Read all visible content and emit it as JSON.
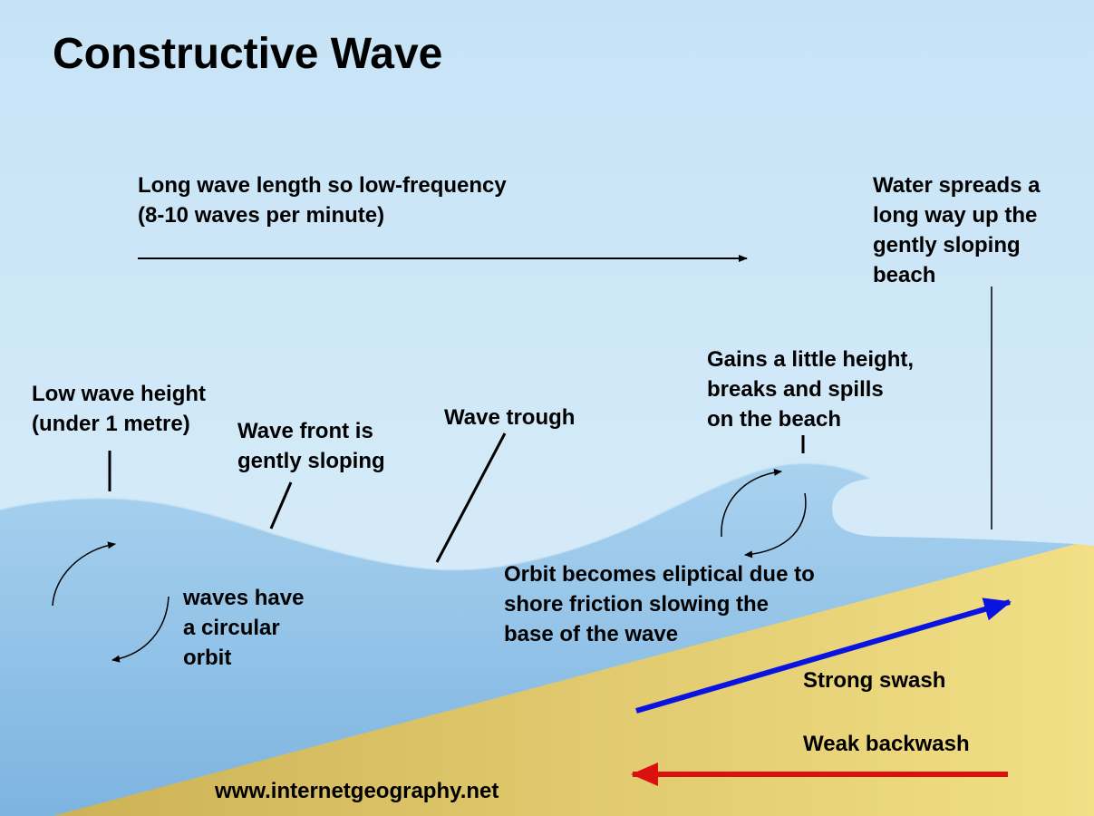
{
  "title": "Constructive Wave",
  "labels": {
    "wavelength": [
      "Long wave length so low-frequency",
      "(8-10 waves per minute)"
    ],
    "spreads": [
      "Water spreads a",
      "long way up the",
      "gently sloping",
      "beach"
    ],
    "low_height": [
      "Low wave height",
      "(under 1 metre)"
    ],
    "wave_front": [
      "Wave front is",
      "gently sloping"
    ],
    "trough": "Wave trough",
    "gains": [
      "Gains a little height,",
      "breaks and spills",
      "on the beach"
    ],
    "circular": [
      "waves have",
      "a circular",
      "orbit"
    ],
    "orbit": [
      "Orbit becomes eliptical due to",
      "shore friction slowing the",
      "base of the wave"
    ],
    "swash": "Strong swash",
    "backwash": "Weak backwash",
    "website": "www.internetgeography.net"
  },
  "colors": {
    "sky": "#cfe7f7",
    "sea_top": "#a6d0ee",
    "sea_bottom": "#7fb6e2",
    "sand_light": "#f0dc82",
    "sand_dark": "#d2b65a",
    "swash_arrow": "#0a14e0",
    "backwash_arrow": "#dd1010",
    "line": "#000000"
  }
}
